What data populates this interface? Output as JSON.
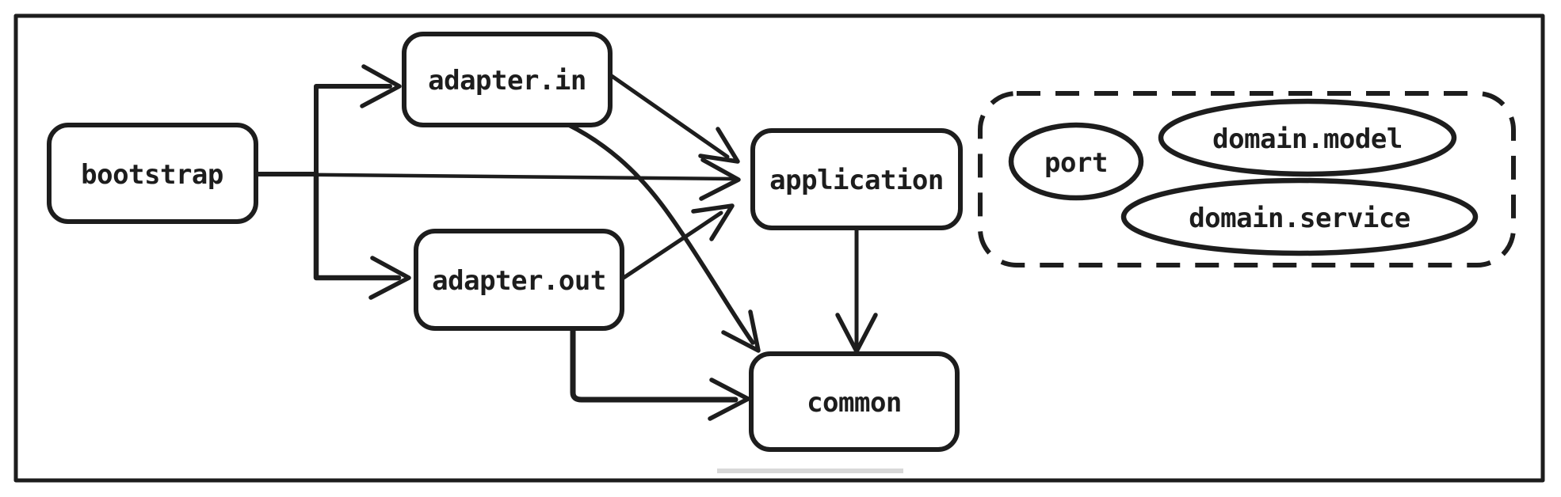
{
  "diagram": {
    "kind": "module-dependency-graph",
    "colors": {
      "ink": "#1d1d1d",
      "background": "#ffffff"
    },
    "nodes": {
      "bootstrap": {
        "label": "bootstrap",
        "shape": "rounded-rect"
      },
      "adapter_in": {
        "label": "adapter.in",
        "shape": "rounded-rect"
      },
      "adapter_out": {
        "label": "adapter.out",
        "shape": "rounded-rect"
      },
      "application": {
        "label": "application",
        "shape": "rounded-rect"
      },
      "common": {
        "label": "common",
        "shape": "rounded-rect"
      },
      "port": {
        "label": "port",
        "shape": "ellipse"
      },
      "domain_model": {
        "label": "domain.model",
        "shape": "ellipse"
      },
      "domain_service": {
        "label": "domain.service",
        "shape": "ellipse"
      }
    },
    "groups": [
      {
        "name": "domain-group",
        "style": "dashed-rounded-rect",
        "label": "",
        "members": [
          "port",
          "domain_model",
          "domain_service"
        ]
      }
    ],
    "edges": [
      {
        "from": "bootstrap",
        "to": "adapter.in"
      },
      {
        "from": "bootstrap",
        "to": "adapter.out"
      },
      {
        "from": "bootstrap",
        "to": "application"
      },
      {
        "from": "adapter.in",
        "to": "application"
      },
      {
        "from": "adapter.in",
        "to": "common"
      },
      {
        "from": "adapter.out",
        "to": "application"
      },
      {
        "from": "adapter.out",
        "to": "common"
      },
      {
        "from": "application",
        "to": "common"
      }
    ]
  }
}
